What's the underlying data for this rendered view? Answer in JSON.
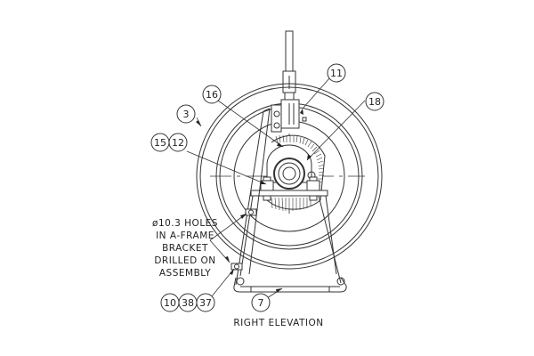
{
  "drawing": {
    "title": "RIGHT ELEVATION",
    "note": [
      "ø10.3 HOLES",
      "IN A-FRAME",
      "BRACKET",
      "DRILLED ON",
      "ASSEMBLY"
    ],
    "balloons": {
      "b3": "3",
      "b7": "7",
      "b10": "10",
      "b11": "11",
      "b12": "12",
      "b15": "15",
      "b16": "16",
      "b18": "18",
      "b37": "37",
      "b38": "38"
    }
  },
  "colors": {
    "line": "#333333",
    "background": "#ffffff"
  }
}
